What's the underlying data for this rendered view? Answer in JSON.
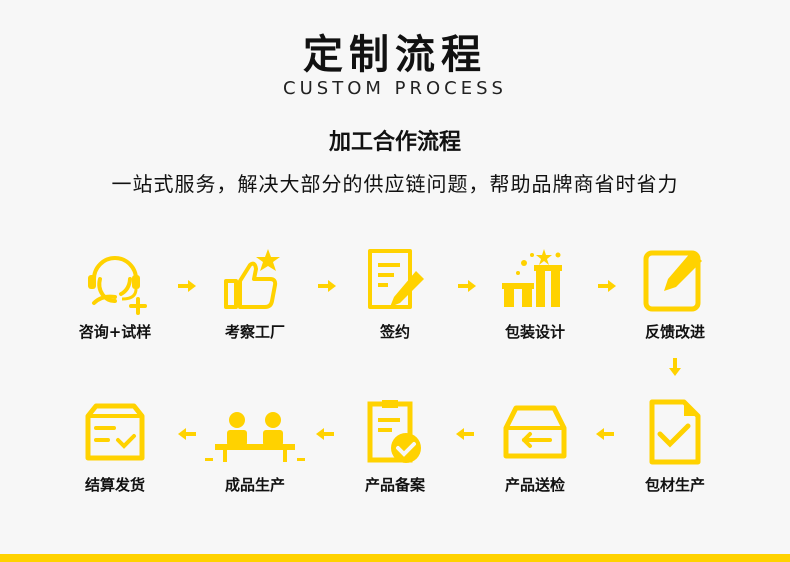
{
  "header": {
    "title_cn": "定制流程",
    "title_en": "CUSTOM PROCESS",
    "subtitle": "加工合作流程",
    "description": "一站式服务，解决大部分的供应链问题，帮助品牌商省时省力"
  },
  "colors": {
    "accent": "#ffd200",
    "text": "#111111",
    "background": "#f7f7f7"
  },
  "steps": [
    {
      "label": "咨询+试样",
      "icon": "customer-service-icon"
    },
    {
      "label": "考察工厂",
      "icon": "thumbs-up-icon"
    },
    {
      "label": "签约",
      "icon": "contract-icon"
    },
    {
      "label": "包装设计",
      "icon": "gift-box-icon"
    },
    {
      "label": "反馈改进",
      "icon": "edit-icon"
    },
    {
      "label": "包材生产",
      "icon": "document-check-icon"
    },
    {
      "label": "产品送检",
      "icon": "inbox-icon"
    },
    {
      "label": "产品备案",
      "icon": "clipboard-check-icon"
    },
    {
      "label": "成品生产",
      "icon": "workers-icon"
    },
    {
      "label": "结算发货",
      "icon": "shipping-box-icon"
    }
  ]
}
